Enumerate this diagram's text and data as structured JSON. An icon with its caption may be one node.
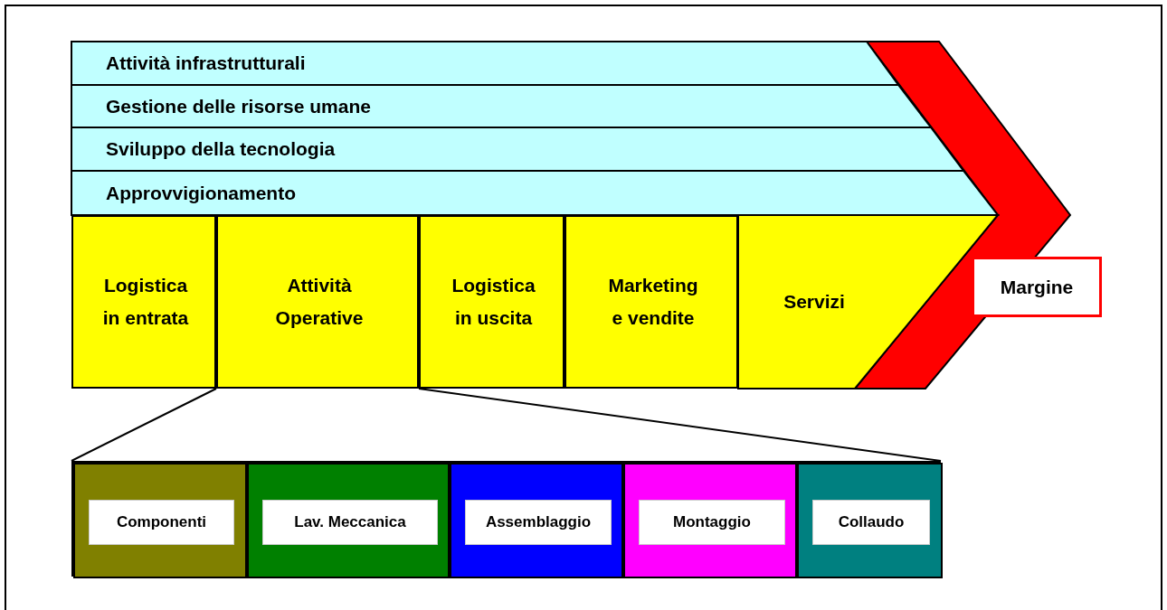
{
  "diagram": {
    "nodes": [
      {
        "text": [
          "Attività infrastrutturali"
        ]
      },
      {
        "text": [
          "Gestione delle risorse umane"
        ]
      },
      {
        "text": [
          "Sviluppo della tecnologia"
        ]
      },
      {
        "text": [
          "Approvvigionamento"
        ]
      },
      {
        "text": [
          "Logistica in entrata"
        ]
      },
      {
        "text": [
          "Attività Operative"
        ]
      },
      {
        "text": [
          "Logistica in uscita"
        ]
      },
      {
        "text": [
          "Marketing e vendite"
        ]
      },
      {
        "text": [
          "Servizi"
        ]
      },
      {
        "text": [
          "Margine"
        ]
      },
      {
        "text": [],
        "shape": "box"
      },
      {
        "text": [],
        "shape": "box",
        "in": 10
      },
      {
        "text": [
          "Componenti"
        ],
        "in": 11
      },
      {
        "text": [],
        "shape": "box",
        "in": 10
      },
      {
        "text": [
          "Lav. Meccanica"
        ],
        "in": 13
      },
      {
        "text": [],
        "shape": "box",
        "in": 10
      },
      {
        "text": [
          "Assemblaggio"
        ],
        "in": 15
      },
      {
        "text": [],
        "shape": "box",
        "in": 10
      },
      {
        "text": [
          "Montaggio"
        ],
        "in": 17
      },
      {
        "text": [],
        "shape": "box",
        "in": 10
      },
      {
        "text": [
          "Collaudo"
        ],
        "in": 19
      }
    ],
    "edges": [
      {
        "from": 5,
        "to": 10,
        "arrow": "none"
      },
      {
        "from": 5,
        "to": 10,
        "arrow": "none"
      }
    ]
  }
}
